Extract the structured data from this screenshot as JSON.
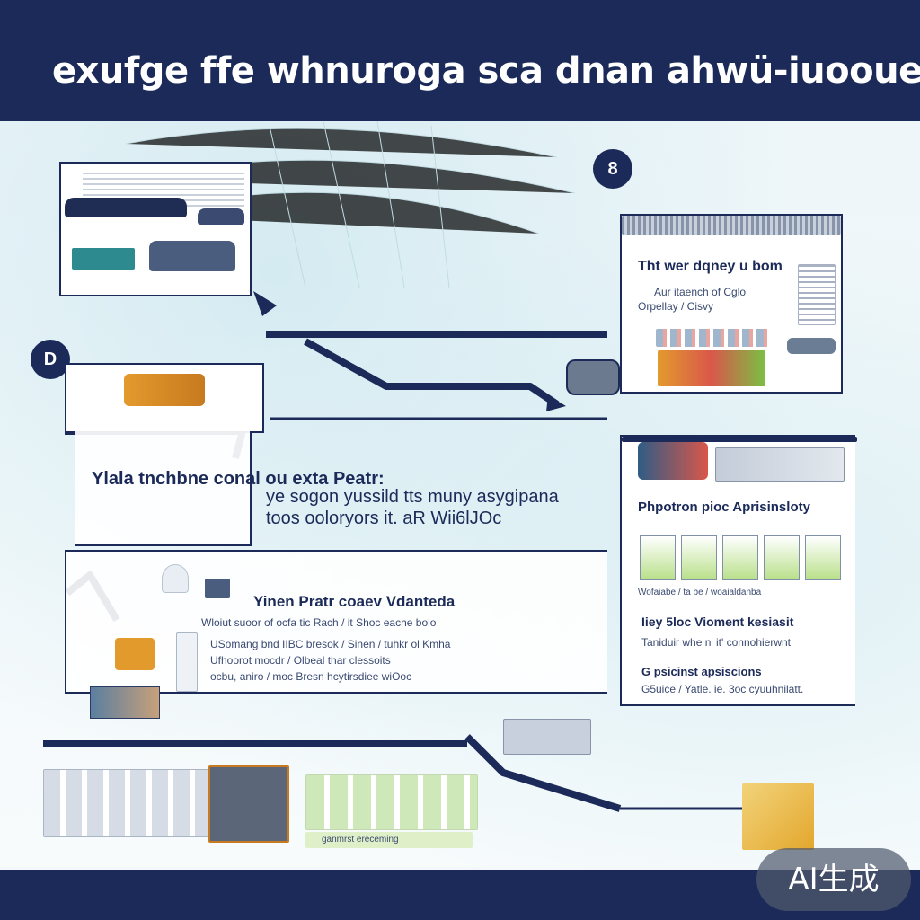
{
  "header": {
    "title": "exufge ffe whnuroga sca dnan ahwü-iuoouer"
  },
  "badges": {
    "circle_a": "8",
    "circle_b": "D",
    "ai_badge": "AI生成"
  },
  "panel_right_top": {
    "title": "Tht wer dqney u bom",
    "line1": "Aur itaench of Cglo",
    "line2": "Orpellay / Cisvy"
  },
  "panel_left_mid": {
    "title": "Ylala tnchbne conal ou exta Peatr:",
    "line1": "ye sogon yussild tts muny asygipana",
    "line2": "toos ooloryors it. aR Wii6lJOc"
  },
  "panel_left_lower": {
    "title": "Yinen Pratr coaev Vdanteda",
    "line1": "Wloiut suoor of ocfa tic Rach / it Shoc eache bolo",
    "line2": "USomang bnd IIBC bresok / Sinen / tuhkr ol Kmha",
    "line3": "Ufhoorot mocdr / Olbeal thar clessoits",
    "line4": "ocbu, aniro / moc Bresn hcytirsdiee wiOoc"
  },
  "panel_right_mid": {
    "title": "Phpotron pioc Aprisinsloty",
    "strip": "Wofaiabe / ta be / woaialdanba",
    "subtitle1": "Iiey 5loc Vioment kesiasit",
    "line1": "Taniduir whe n' it' connohierwnt",
    "subtitle2": "G psicinst apsiscions",
    "line2": "G5uice / Yatle. ie. 3oc cyuuhnilatt."
  },
  "bottom_strip": {
    "label": "ganmrst ereceming"
  },
  "colors": {
    "navy": "#1b2a58",
    "accent_green": "#7ac043",
    "accent_red": "#d9574a",
    "accent_orange": "#e39a2d"
  }
}
